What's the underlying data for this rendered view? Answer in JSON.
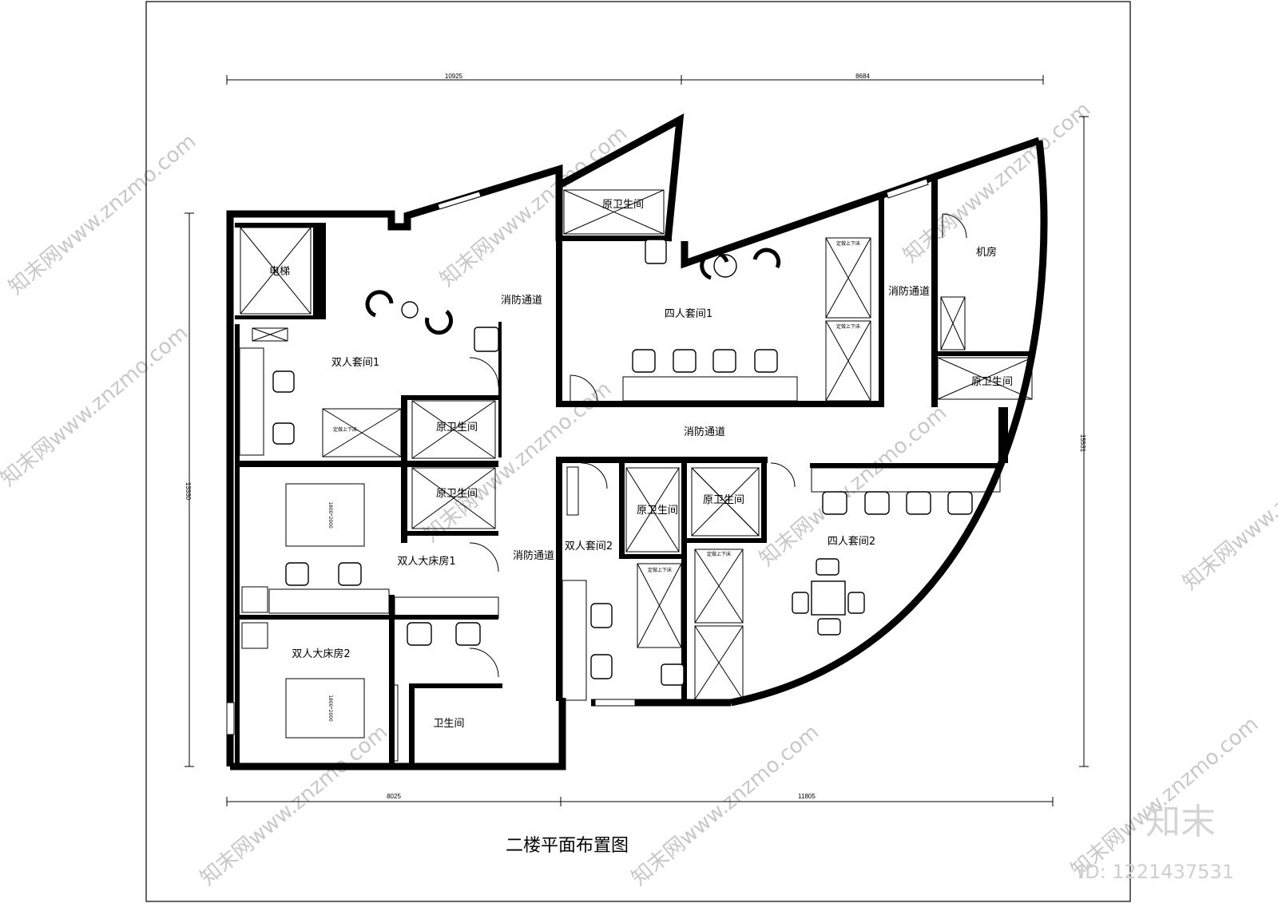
{
  "title": "二楼平面布置图",
  "dimensions": {
    "top_left": "10925",
    "top_right": "8684",
    "bottom_left": "8025",
    "bottom_right": "11805",
    "left_height": "13330",
    "right_height": "15531"
  },
  "rooms": {
    "elevator": "电梯",
    "wc_top": "原卫生间",
    "corridor_top": "消防通道",
    "suite4_1": "四人套间1",
    "corridor_right": "消防通道",
    "machine_room": "机房",
    "wc_right": "原卫生间",
    "corridor_main": "消防通道",
    "suite2_1": "双人套间1",
    "wc_mid1": "原卫生间",
    "wc_mid2": "原卫生间",
    "double_bed1": "双人大床房1",
    "corridor_left": "消防通道",
    "suite2_2": "双人套间2",
    "wc_s1": "原卫生间",
    "wc_s2": "原卫生间",
    "suite4_2": "四人套间2",
    "double_bed2": "双人大床房2",
    "bathroom": "卫生间"
  },
  "bunk_label": "定做上下床",
  "bed_label": "1800*2000",
  "watermark": "知末网www.znzmo.com",
  "brand": "知末",
  "image_id": "ID: 1221437531"
}
